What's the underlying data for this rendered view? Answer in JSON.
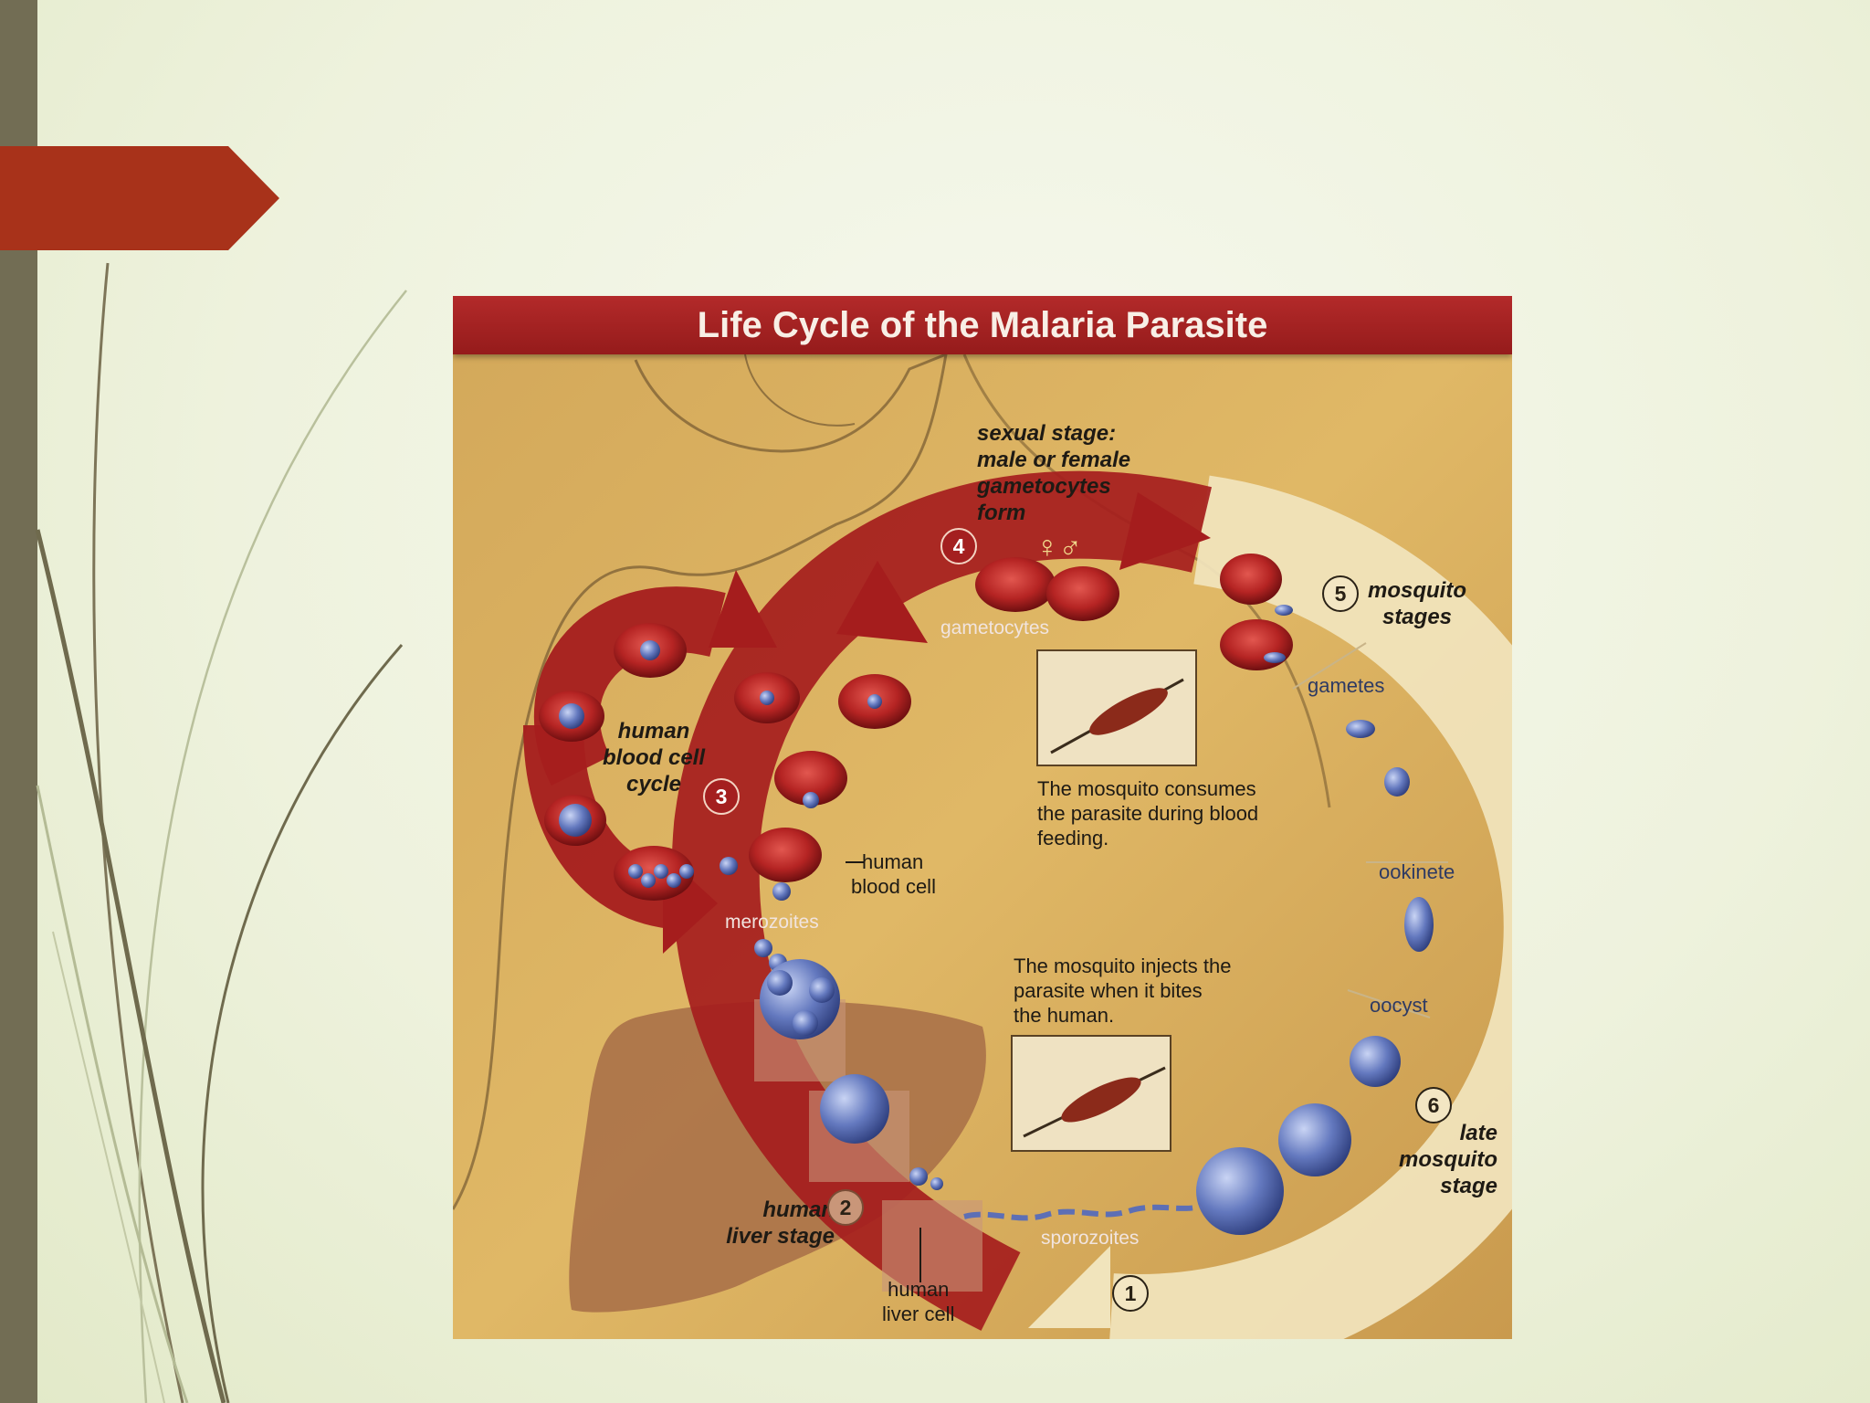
{
  "figure": {
    "title": "Life Cycle of the Malaria Parasite",
    "stages": [
      {
        "number": "1",
        "label": ""
      },
      {
        "number": "2",
        "label": "human liver stage"
      },
      {
        "number": "3",
        "label": "human blood cell cycle"
      },
      {
        "number": "4",
        "label": "sexual stage: male or female gametocytes form"
      },
      {
        "number": "5",
        "label": "mosquito stages"
      },
      {
        "number": "6",
        "label": "late mosquito stage"
      }
    ],
    "labels": {
      "sexual_stage_l1": "sexual stage:",
      "sexual_stage_l2": "male or female",
      "sexual_stage_l3": "gametocytes",
      "sexual_stage_l4": "form",
      "gender_symbols": "♀♂",
      "gametocytes": "gametocytes",
      "mosquito_stages_l1": "mosquito",
      "mosquito_stages_l2": "stages",
      "gametes": "gametes",
      "blood_cycle_l1": "human",
      "blood_cycle_l2": "blood cell",
      "blood_cycle_l3": "cycle",
      "consumes_l1": "The mosquito consumes",
      "consumes_l2": "the parasite during blood",
      "consumes_l3": "feeding.",
      "human_blood_cell_l1": "human",
      "human_blood_cell_l2": "blood cell",
      "ookinete": "ookinete",
      "merozoites": "merozoites",
      "injects_l1": "The mosquito injects the",
      "injects_l2": "parasite when it bites",
      "injects_l3": "the human.",
      "oocyst": "oocyst",
      "late_l1": "late",
      "late_l2": "mosquito",
      "late_l3": "stage",
      "liver_stage_l1": "human",
      "liver_stage_l2": "liver stage",
      "sporozoites": "sporozoites",
      "human_liver_cell_l1": "human",
      "human_liver_cell_l2": "liver cell"
    }
  },
  "colors": {
    "accent_bar": "#726d54",
    "title_tab": "#a8321a",
    "figure_title_bar": "#a42222",
    "parasite_blue": "#5d6fb5",
    "blood_red": "#a51d1d"
  }
}
